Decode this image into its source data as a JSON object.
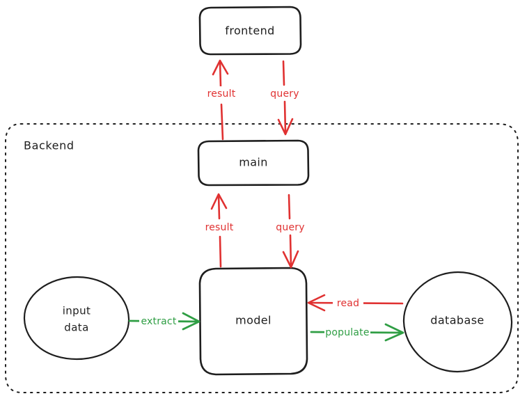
{
  "diagram": {
    "type": "flow-architecture",
    "style": "hand-drawn",
    "background": "#ffffff",
    "colors": {
      "stroke": "#1e1e1e",
      "red": "#e03131",
      "green": "#2f9e44"
    },
    "groups": [
      {
        "id": "backend",
        "label": "Backend",
        "shape": "dashed-rounded-rectangle"
      }
    ],
    "nodes": [
      {
        "id": "frontend",
        "label": "frontend",
        "shape": "rounded-rectangle"
      },
      {
        "id": "main",
        "label": "main",
        "shape": "rounded-rectangle"
      },
      {
        "id": "model",
        "label": "model",
        "shape": "rounded-rectangle"
      },
      {
        "id": "input_data",
        "label_line1": "input",
        "label_line2": "data",
        "shape": "ellipse"
      },
      {
        "id": "database",
        "label": "database",
        "shape": "ellipse"
      }
    ],
    "edges": [
      {
        "id": "main-to-frontend",
        "label": "result",
        "from": "main",
        "to": "frontend",
        "color": "#e03131",
        "direction": "up"
      },
      {
        "id": "frontend-to-main",
        "label": "query",
        "from": "frontend",
        "to": "main",
        "color": "#e03131",
        "direction": "down"
      },
      {
        "id": "model-to-main",
        "label": "result",
        "from": "model",
        "to": "main",
        "color": "#e03131",
        "direction": "up"
      },
      {
        "id": "main-to-model",
        "label": "query",
        "from": "main",
        "to": "model",
        "color": "#e03131",
        "direction": "down"
      },
      {
        "id": "input-to-model",
        "label": "extract",
        "from": "input_data",
        "to": "model",
        "color": "#2f9e44",
        "direction": "right"
      },
      {
        "id": "database-to-model",
        "label": "read",
        "from": "database",
        "to": "model",
        "color": "#e03131",
        "direction": "left"
      },
      {
        "id": "model-to-database",
        "label": "populate",
        "from": "model",
        "to": "database",
        "color": "#2f9e44",
        "direction": "right"
      }
    ]
  }
}
